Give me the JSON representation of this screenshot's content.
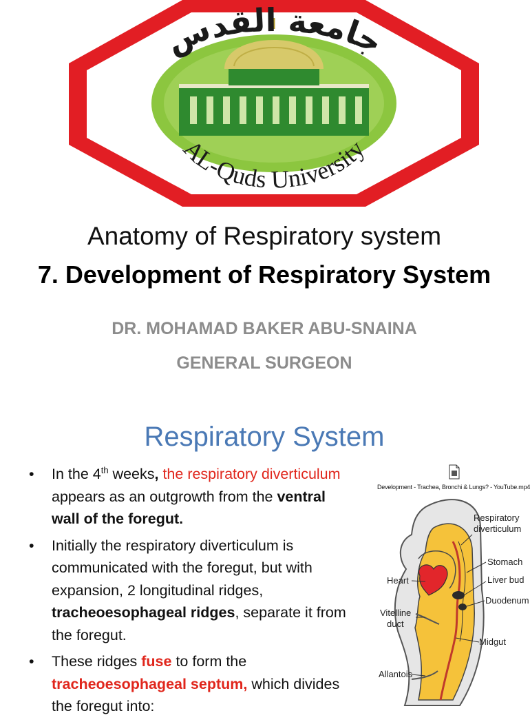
{
  "slide1": {
    "logo": {
      "arabic_name": "جامعة القدس",
      "latin_name": "AL-Quds University",
      "colors": {
        "frame": "#e21e24",
        "dome": "#d7c96a",
        "building": "#2f8a2f",
        "base": "#8cc63f"
      }
    },
    "title_line1": "Anatomy of Respiratory system",
    "title_line2": "7. Development of Respiratory System",
    "author": "DR. MOHAMAD BAKER ABU-SNAINA",
    "role": "GENERAL SURGEON"
  },
  "slide2": {
    "title": "Respiratory System",
    "bullets": [
      {
        "p1": "In the 4",
        "p1_sup": "th",
        "p2": " weeks",
        "p3": ",",
        "p4": " the respiratory diverticulum",
        "p5": " appears as an outgrowth from the ",
        "p6": "ventral wall of the foregut."
      },
      {
        "p1": "Initially the respiratory diverticulum is communicated with the foregut, but with expansion, 2 longitudinal ridges, ",
        "p2": "tracheoesophageal ridges",
        "p3": ", separate it from the foregut."
      },
      {
        "p1": "These ridges ",
        "p2": "fuse",
        "p3": " to form the ",
        "p4": "tracheoesophageal septum,",
        "p5": " which divides the foregut into:"
      }
    ],
    "video": {
      "file_icon": "video-file-icon",
      "caption": "Development - Trachea, Bronchi & Lungs? - YouTube.mp4",
      "labels": {
        "respiratory": "Respiratory",
        "diverticulum": "diverticulum",
        "stomach": "Stomach",
        "heart": "Heart",
        "liver_bud": "Liver bud",
        "duodenum": "Duodenum",
        "vitelline": "Vitelline",
        "duct": "duct",
        "midgut": "Midgut",
        "allantois": "Allantois"
      }
    },
    "colors": {
      "title": "#4a79b5",
      "highlight": "#e0261c"
    }
  }
}
